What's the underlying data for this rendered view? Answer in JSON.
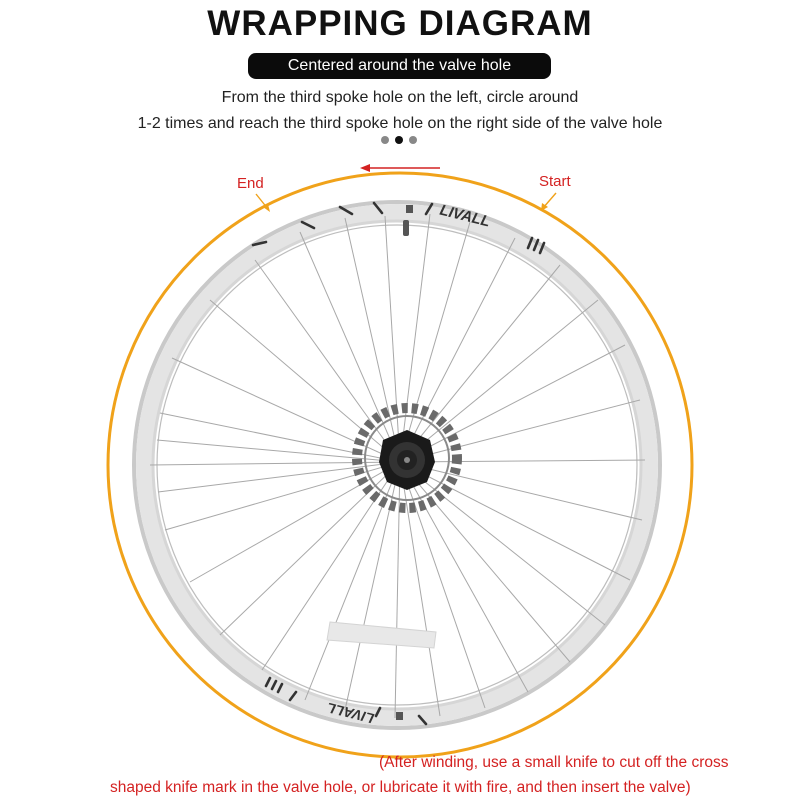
{
  "header": {
    "title": "WRAPPING DIAGRAM",
    "subtitle_badge": "Centered around the valve hole",
    "description_line1": "From the third spoke hole on the left, circle around",
    "description_line2": "1-2 times and reach the third spoke hole on the right side of the valve hole"
  },
  "pagination": {
    "dots": 3,
    "active_index": 1
  },
  "diagram": {
    "start_label": "Start",
    "end_label": "End",
    "direction": "counter-clockwise (right to left)",
    "rim_brand": "LIVALL",
    "colors": {
      "tape_ring": "#f0a21a",
      "arrow": "#d42222",
      "label_text": "#d42222"
    }
  },
  "footer": {
    "note_line1": "(After winding, use a small knife to cut off the cross",
    "note_line2": "shaped knife mark in the valve hole, or lubricate it with fire, and then insert the valve)"
  }
}
